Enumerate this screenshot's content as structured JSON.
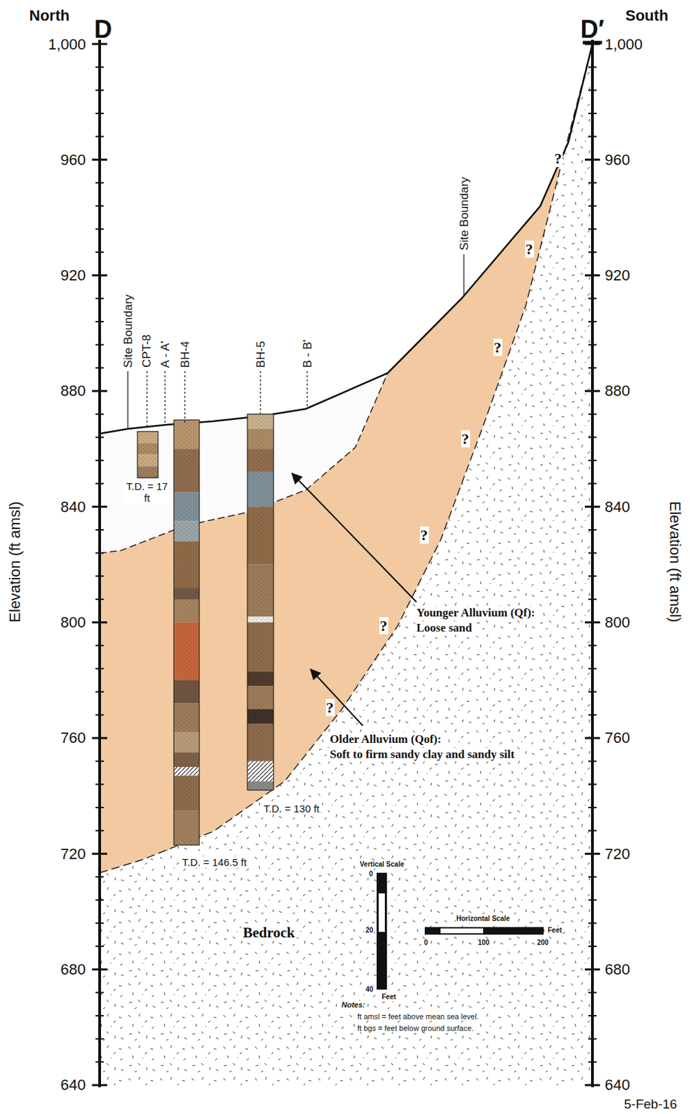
{
  "diagram": {
    "labels": [
      "North",
      "D",
      "D′",
      "South",
      "1,000",
      "960",
      "920",
      "880",
      "840",
      "800",
      "760",
      "720",
      "680",
      "640",
      "1,000",
      "960",
      "920",
      "880",
      "840",
      "800",
      "760",
      "720",
      "680",
      "640",
      "Elevation (ft amsl)",
      "Elevation (ft amsl)",
      "Site Boundary",
      "CPT-8",
      "A - A'",
      "BH-4",
      "BH-5",
      "B - B'",
      "Site Boundary",
      "T.D. = 17 ft",
      "T.D. = 146.5 ft",
      "T.D. = 130 ft",
      "?",
      "?",
      "?",
      "?",
      "?",
      "?",
      "?",
      "Younger Alluvium (Qf):",
      "Loose sand",
      "Older Alluvium (Qof):",
      "Soft to firm sandy clay and sandy silt",
      "Bedrock",
      "Vertical Scale",
      "0",
      "20",
      "40",
      "Feet",
      "Horizontal Scale",
      "0",
      "100",
      "200",
      "Feet",
      "Notes:",
      "ft amsl = feet above mean sea level.",
      "ft bgs = feet below ground surface.",
      "5-Feb-16"
    ]
  }
}
